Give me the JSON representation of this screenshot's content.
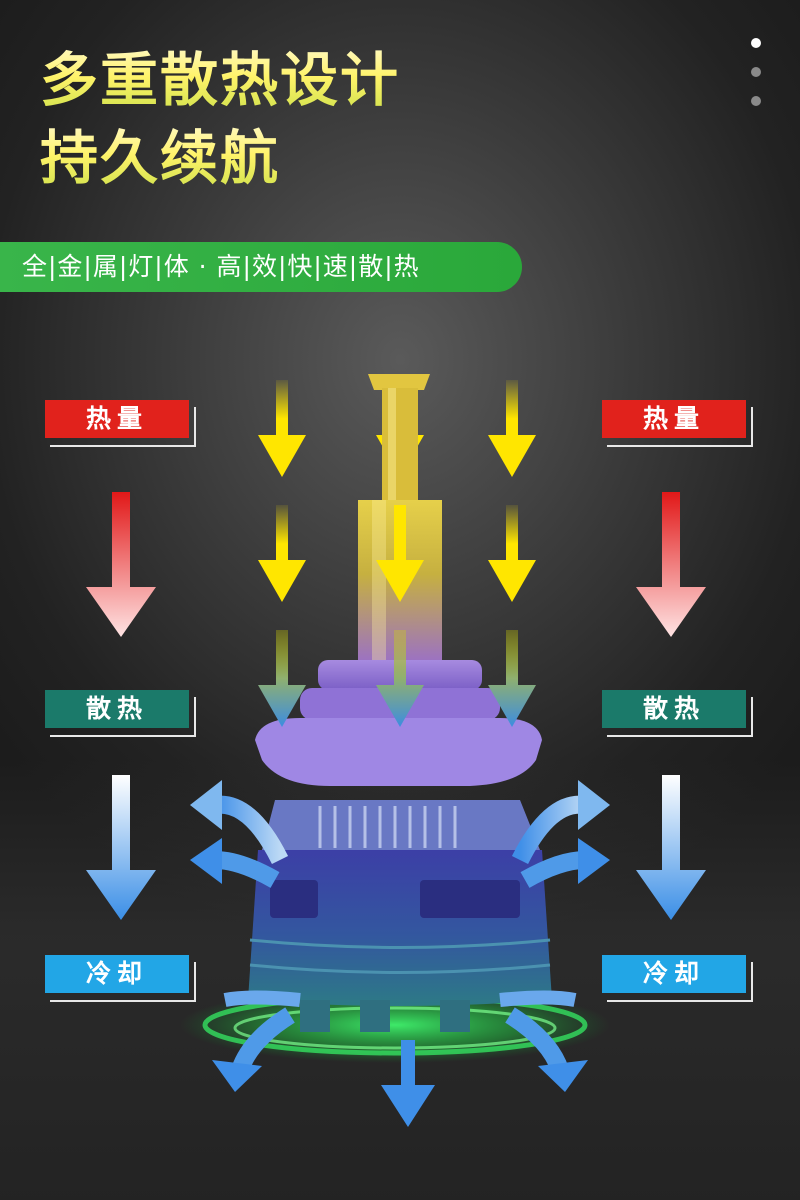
{
  "headline": {
    "line1": "多重散热设计",
    "line2": "持久续航"
  },
  "pager": {
    "total": 3,
    "active": 1
  },
  "banner": {
    "text": "全|金|属|灯|体 · 高|效|快|速|散|热",
    "color": "#39b54a"
  },
  "stages": {
    "heat": {
      "label": "热量",
      "color": "#e1221c"
    },
    "dissipate": {
      "label": "散热",
      "color": "#1b7a6a"
    },
    "cool": {
      "label": "冷却",
      "color": "#22a6e6"
    }
  },
  "icons": [
    "heat-arrow-icon",
    "dissipate-arrow-icon",
    "cool-arrow-icon",
    "led-bulb-image"
  ]
}
